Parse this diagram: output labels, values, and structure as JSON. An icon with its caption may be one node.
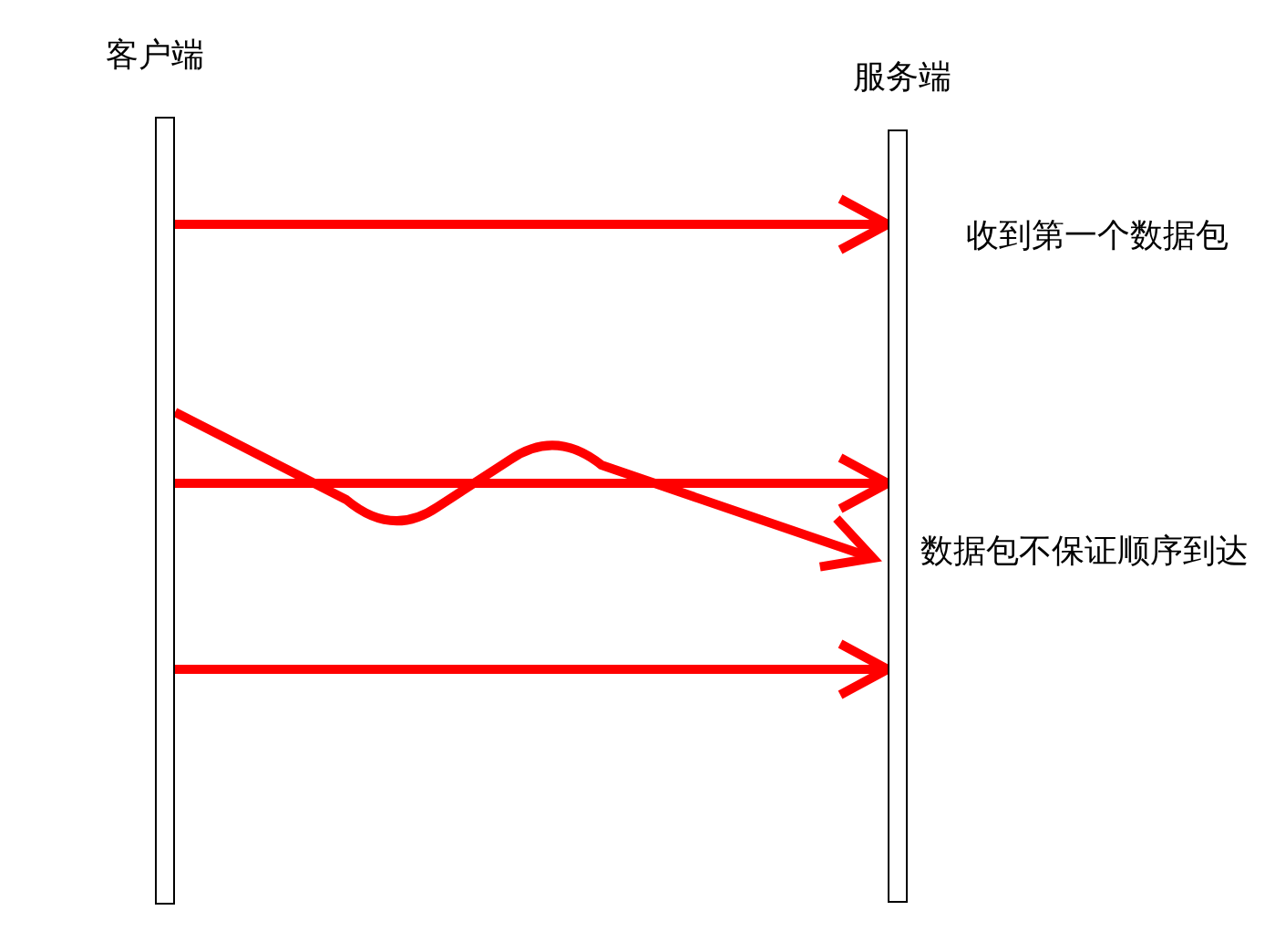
{
  "diagram": {
    "nodes": [
      {
        "text": [
          "客户端"
        ]
      },
      {
        "text": [
          "服务端"
        ]
      }
    ],
    "edges": [
      {
        "from": 0,
        "to": 1,
        "arrow": "to"
      },
      {
        "from": 0,
        "to": 1,
        "arrow": "to"
      },
      {
        "from": 0,
        "to": 1,
        "arrow": "to"
      },
      {
        "from": 0,
        "to": 1,
        "arrow": "to"
      }
    ],
    "labels": [
      "收到第一个数据包",
      "数据包不保证顺序到达"
    ]
  }
}
